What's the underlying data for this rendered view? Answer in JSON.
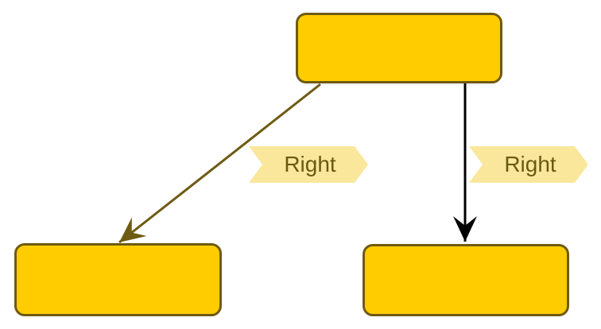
{
  "diagram": {
    "type": "flow-diagram",
    "background_color": "#FFFFFF",
    "node_style": {
      "fill": "#FFCC00",
      "border_color": "#6E5A12"
    },
    "label_style": {
      "fill": "#FAE79C",
      "text_color": "#6A5A10",
      "shape": "right-chevron-ribbon"
    },
    "nodes": [
      {
        "id": "root",
        "label": "",
        "position": "top-center"
      },
      {
        "id": "left-child",
        "label": "",
        "position": "bottom-left"
      },
      {
        "id": "right-child",
        "label": "",
        "position": "bottom-right"
      }
    ],
    "edges": [
      {
        "from": "root",
        "to": "left-child",
        "label": "Right",
        "color": "#6E5A12",
        "direction": "diagonal-down-left"
      },
      {
        "from": "root",
        "to": "right-child",
        "label": "Right",
        "color": "#000000",
        "direction": "straight-down"
      }
    ]
  }
}
